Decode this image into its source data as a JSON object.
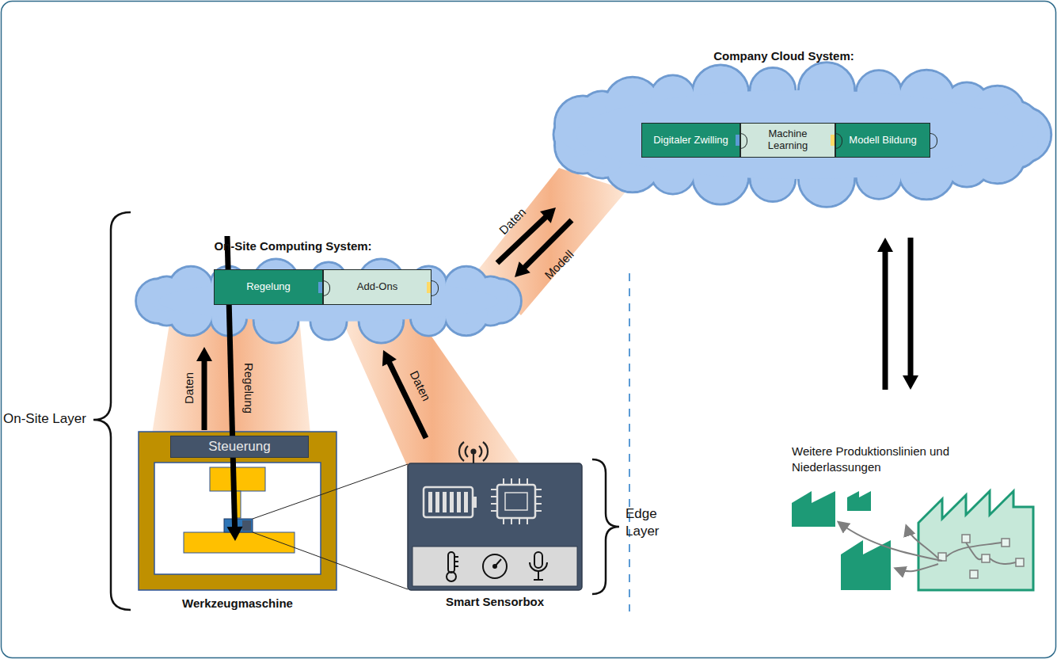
{
  "diagram": {
    "nodes": [
      {
        "text": [
          "Company Cloud System:"
        ]
      },
      {
        "text": [
          "Digitaler Zwilling"
        ],
        "in": 0
      },
      {
        "text": [
          "Machine Learning"
        ],
        "in": 0
      },
      {
        "text": [
          "Modell Bildung"
        ],
        "in": 0
      },
      {
        "text": [
          "On-Site Computing System:"
        ]
      },
      {
        "text": [
          "Regelung"
        ],
        "in": 4
      },
      {
        "text": [
          "Add-Ons"
        ],
        "in": 4
      },
      {
        "text": [
          "Werkzeugmaschine"
        ]
      },
      {
        "text": [
          "Steuerung"
        ],
        "in": 7
      },
      {
        "text": [
          "Smart Sensorbox"
        ]
      },
      {
        "text": [
          "Weitere Produktionslinien und Niederlassungen"
        ]
      }
    ],
    "edges": [
      {
        "from": 4,
        "to": 0,
        "label": "Daten",
        "arrow": "to"
      },
      {
        "from": 0,
        "to": 4,
        "label": "Modell",
        "arrow": "to"
      },
      {
        "from": 7,
        "to": 4,
        "label": "Daten",
        "arrow": "to"
      },
      {
        "from": 4,
        "to": 7,
        "label": "Regelung",
        "arrow": "to"
      },
      {
        "from": 9,
        "to": 4,
        "label": "Daten",
        "arrow": "to"
      },
      {
        "from": 10,
        "to": 0,
        "arrow": "to"
      },
      {
        "from": 0,
        "to": 10,
        "arrow": "to"
      }
    ],
    "labels": [
      "On-Site Layer",
      "Edge Layer"
    ]
  }
}
